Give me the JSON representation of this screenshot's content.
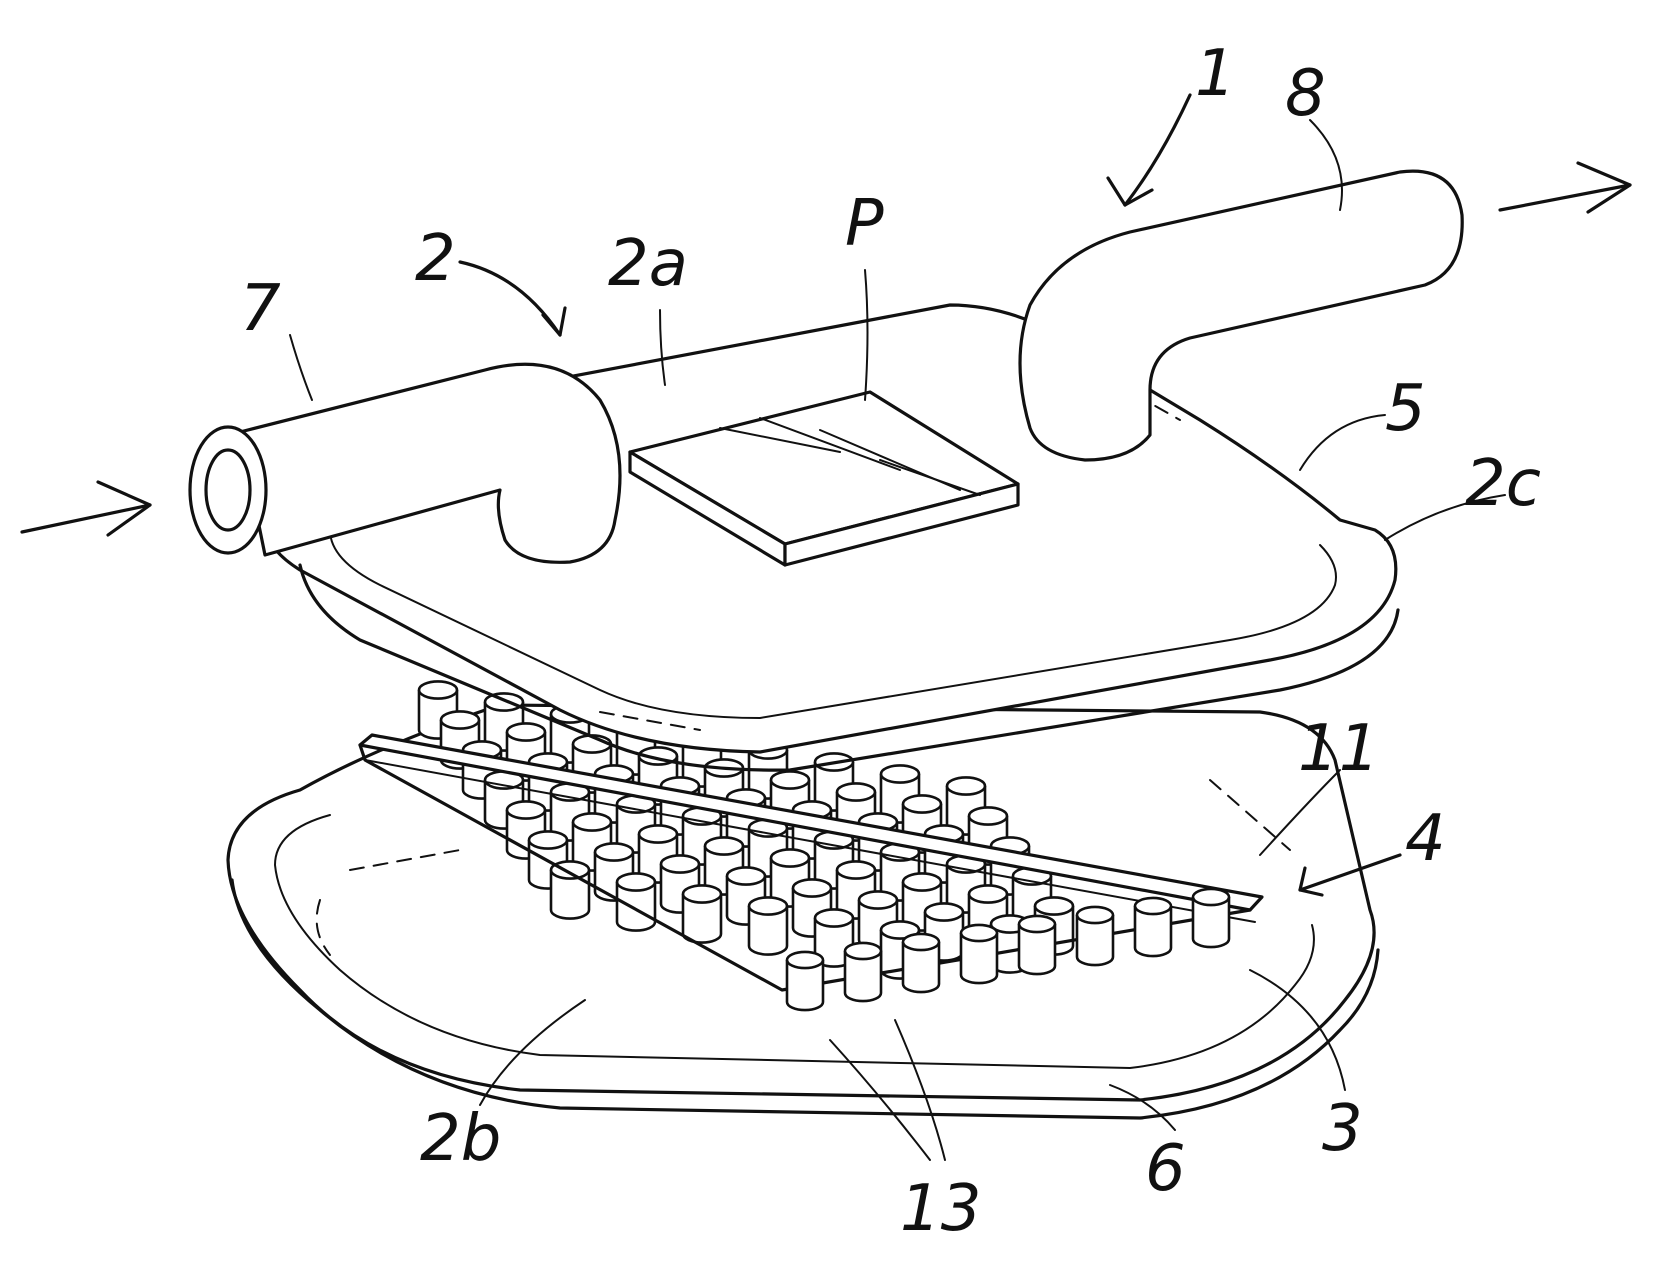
{
  "labels": {
    "assembly": "1",
    "case": "2",
    "case_top": "2a",
    "case_bottom": "2b",
    "flange": "2c",
    "chamber": "3",
    "fin_unit": "4",
    "upper_shell": "5",
    "lower_shell": "6",
    "inlet_pipe": "7",
    "outlet_pipe": "8",
    "base_plate": "11",
    "pin_fins": "13",
    "semiconductor": "P"
  }
}
